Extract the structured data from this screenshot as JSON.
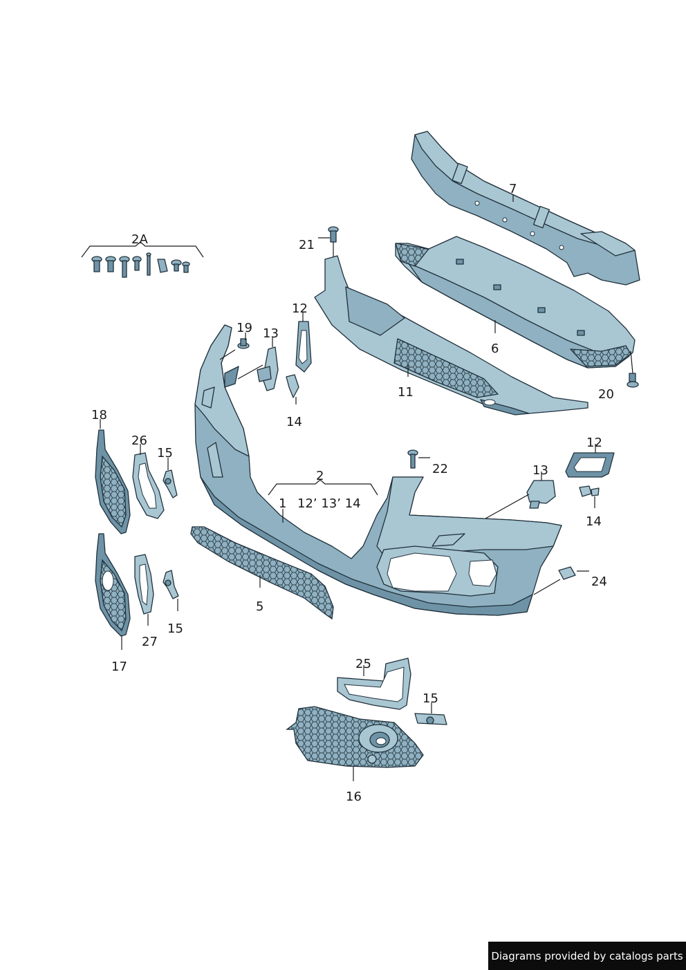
{
  "callouts": {
    "c2A": "2A",
    "c7": "7",
    "c21": "21",
    "c6": "6",
    "c12a": "12",
    "c19": "19",
    "c13a": "13",
    "c11": "11",
    "c20": "20",
    "c14a": "14",
    "c18": "18",
    "c26": "26",
    "c15a": "15",
    "c12b": "12",
    "c22": "22",
    "c2": "2",
    "c13b": "13",
    "c1": "1",
    "c_group": "12’ 13’ 14",
    "c14b": "14",
    "c24": "24",
    "c5": "5",
    "c15b": "15",
    "c27": "27",
    "c17": "17",
    "c25": "25",
    "c15c": "15",
    "c16": "16"
  },
  "footer": {
    "credit": "Diagrams provided by catalogs parts"
  },
  "colors": {
    "part_light": "#a9c6d3",
    "part_mid": "#8fb1c1",
    "part_dark": "#6e93a6",
    "outline": "#1f2f3a"
  }
}
